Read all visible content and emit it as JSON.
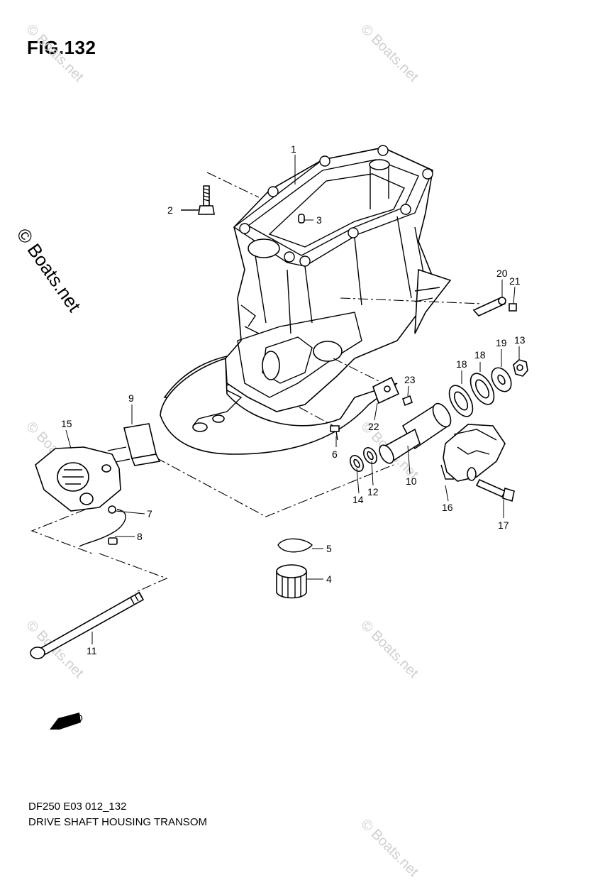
{
  "figure": {
    "title": "FIG.132"
  },
  "footer": {
    "code": "DF250 E03 012_132",
    "name": "DRIVE SHAFT HOUSING TRANSOM"
  },
  "watermark": {
    "text": "© Boats.net"
  },
  "fwd_label": "FWD",
  "callouts": [
    "1",
    "2",
    "3",
    "4",
    "5",
    "6",
    "7",
    "8",
    "9",
    "10",
    "11",
    "12",
    "13",
    "14",
    "15",
    "16",
    "17",
    "18",
    "19",
    "20",
    "21",
    "22",
    "23"
  ]
}
